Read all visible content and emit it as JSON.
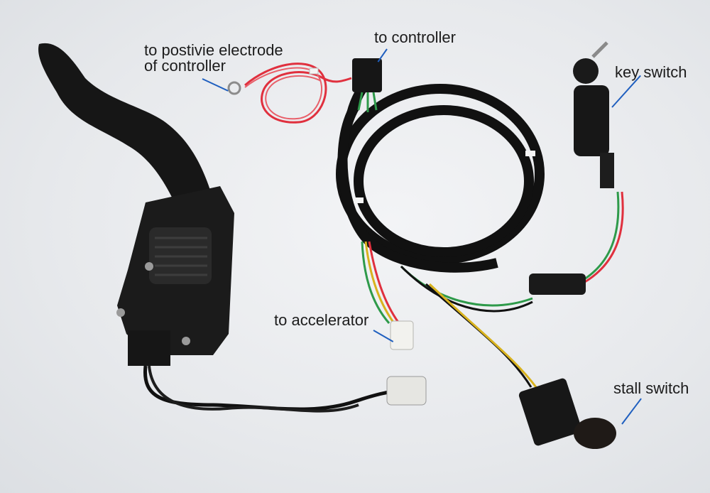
{
  "labels": {
    "positive_electrode": "to postivie electrode",
    "positive_electrode_line2": "of controller",
    "controller": "to controller",
    "key_switch": "key switch",
    "accelerator": "to accelerator",
    "stall_switch": "stall switch"
  },
  "colors": {
    "background": "#e9ebee",
    "pointer": "#1f5fbf",
    "pedal": "#151515",
    "harness": "#111111",
    "red_wire": "#e0303e",
    "green_wire": "#2e9a4a",
    "yellow_wire": "#d8b21e",
    "white_connector": "#f2f2ee"
  }
}
